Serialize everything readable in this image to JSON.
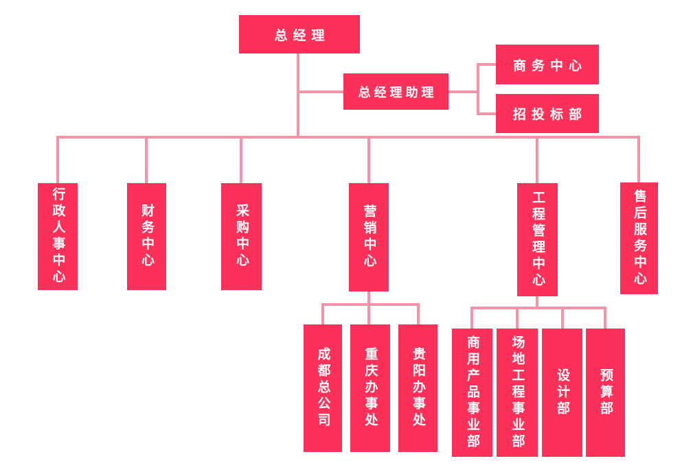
{
  "diagram": {
    "type": "org-chart",
    "nodes": {
      "general_manager": "总经理",
      "gm_assistant": "总经理助理",
      "business_center": "商务中心",
      "bidding_department": "招投标部",
      "admin_hr_center": "行政人事中心",
      "finance_center": "财务中心",
      "procurement_center": "采购中心",
      "marketing_center": "营销中心",
      "engineering_mgmt_center": "工程管理中心",
      "after_sales_center": "售后服务中心",
      "chengdu_head_office": "成都总公司",
      "chongqing_office": "重庆办事处",
      "guiyang_office": "贵阳办事处",
      "commercial_product_division": "商用产品事业部",
      "site_engineering_division": "场地工程事业部",
      "design_department": "设计部",
      "budget_department": "预算部"
    },
    "hierarchy": {
      "root": "总经理",
      "children": [
        {
          "label": "总经理助理",
          "role": "assistant",
          "children": [
            "商务中心",
            "招投标部"
          ]
        },
        {
          "label": "行政人事中心"
        },
        {
          "label": "财务中心"
        },
        {
          "label": "采购中心"
        },
        {
          "label": "营销中心",
          "children": [
            "成都总公司",
            "重庆办事处",
            "贵阳办事处"
          ]
        },
        {
          "label": "工程管理中心",
          "children": [
            "商用产品事业部",
            "场地工程事业部",
            "设计部",
            "预算部"
          ]
        },
        {
          "label": "售后服务中心"
        }
      ]
    }
  },
  "colors": {
    "node_fill": "#FC3159",
    "connector": "#F793A8",
    "node_text": "#FFFFFF",
    "background": "#FFFFFF"
  }
}
